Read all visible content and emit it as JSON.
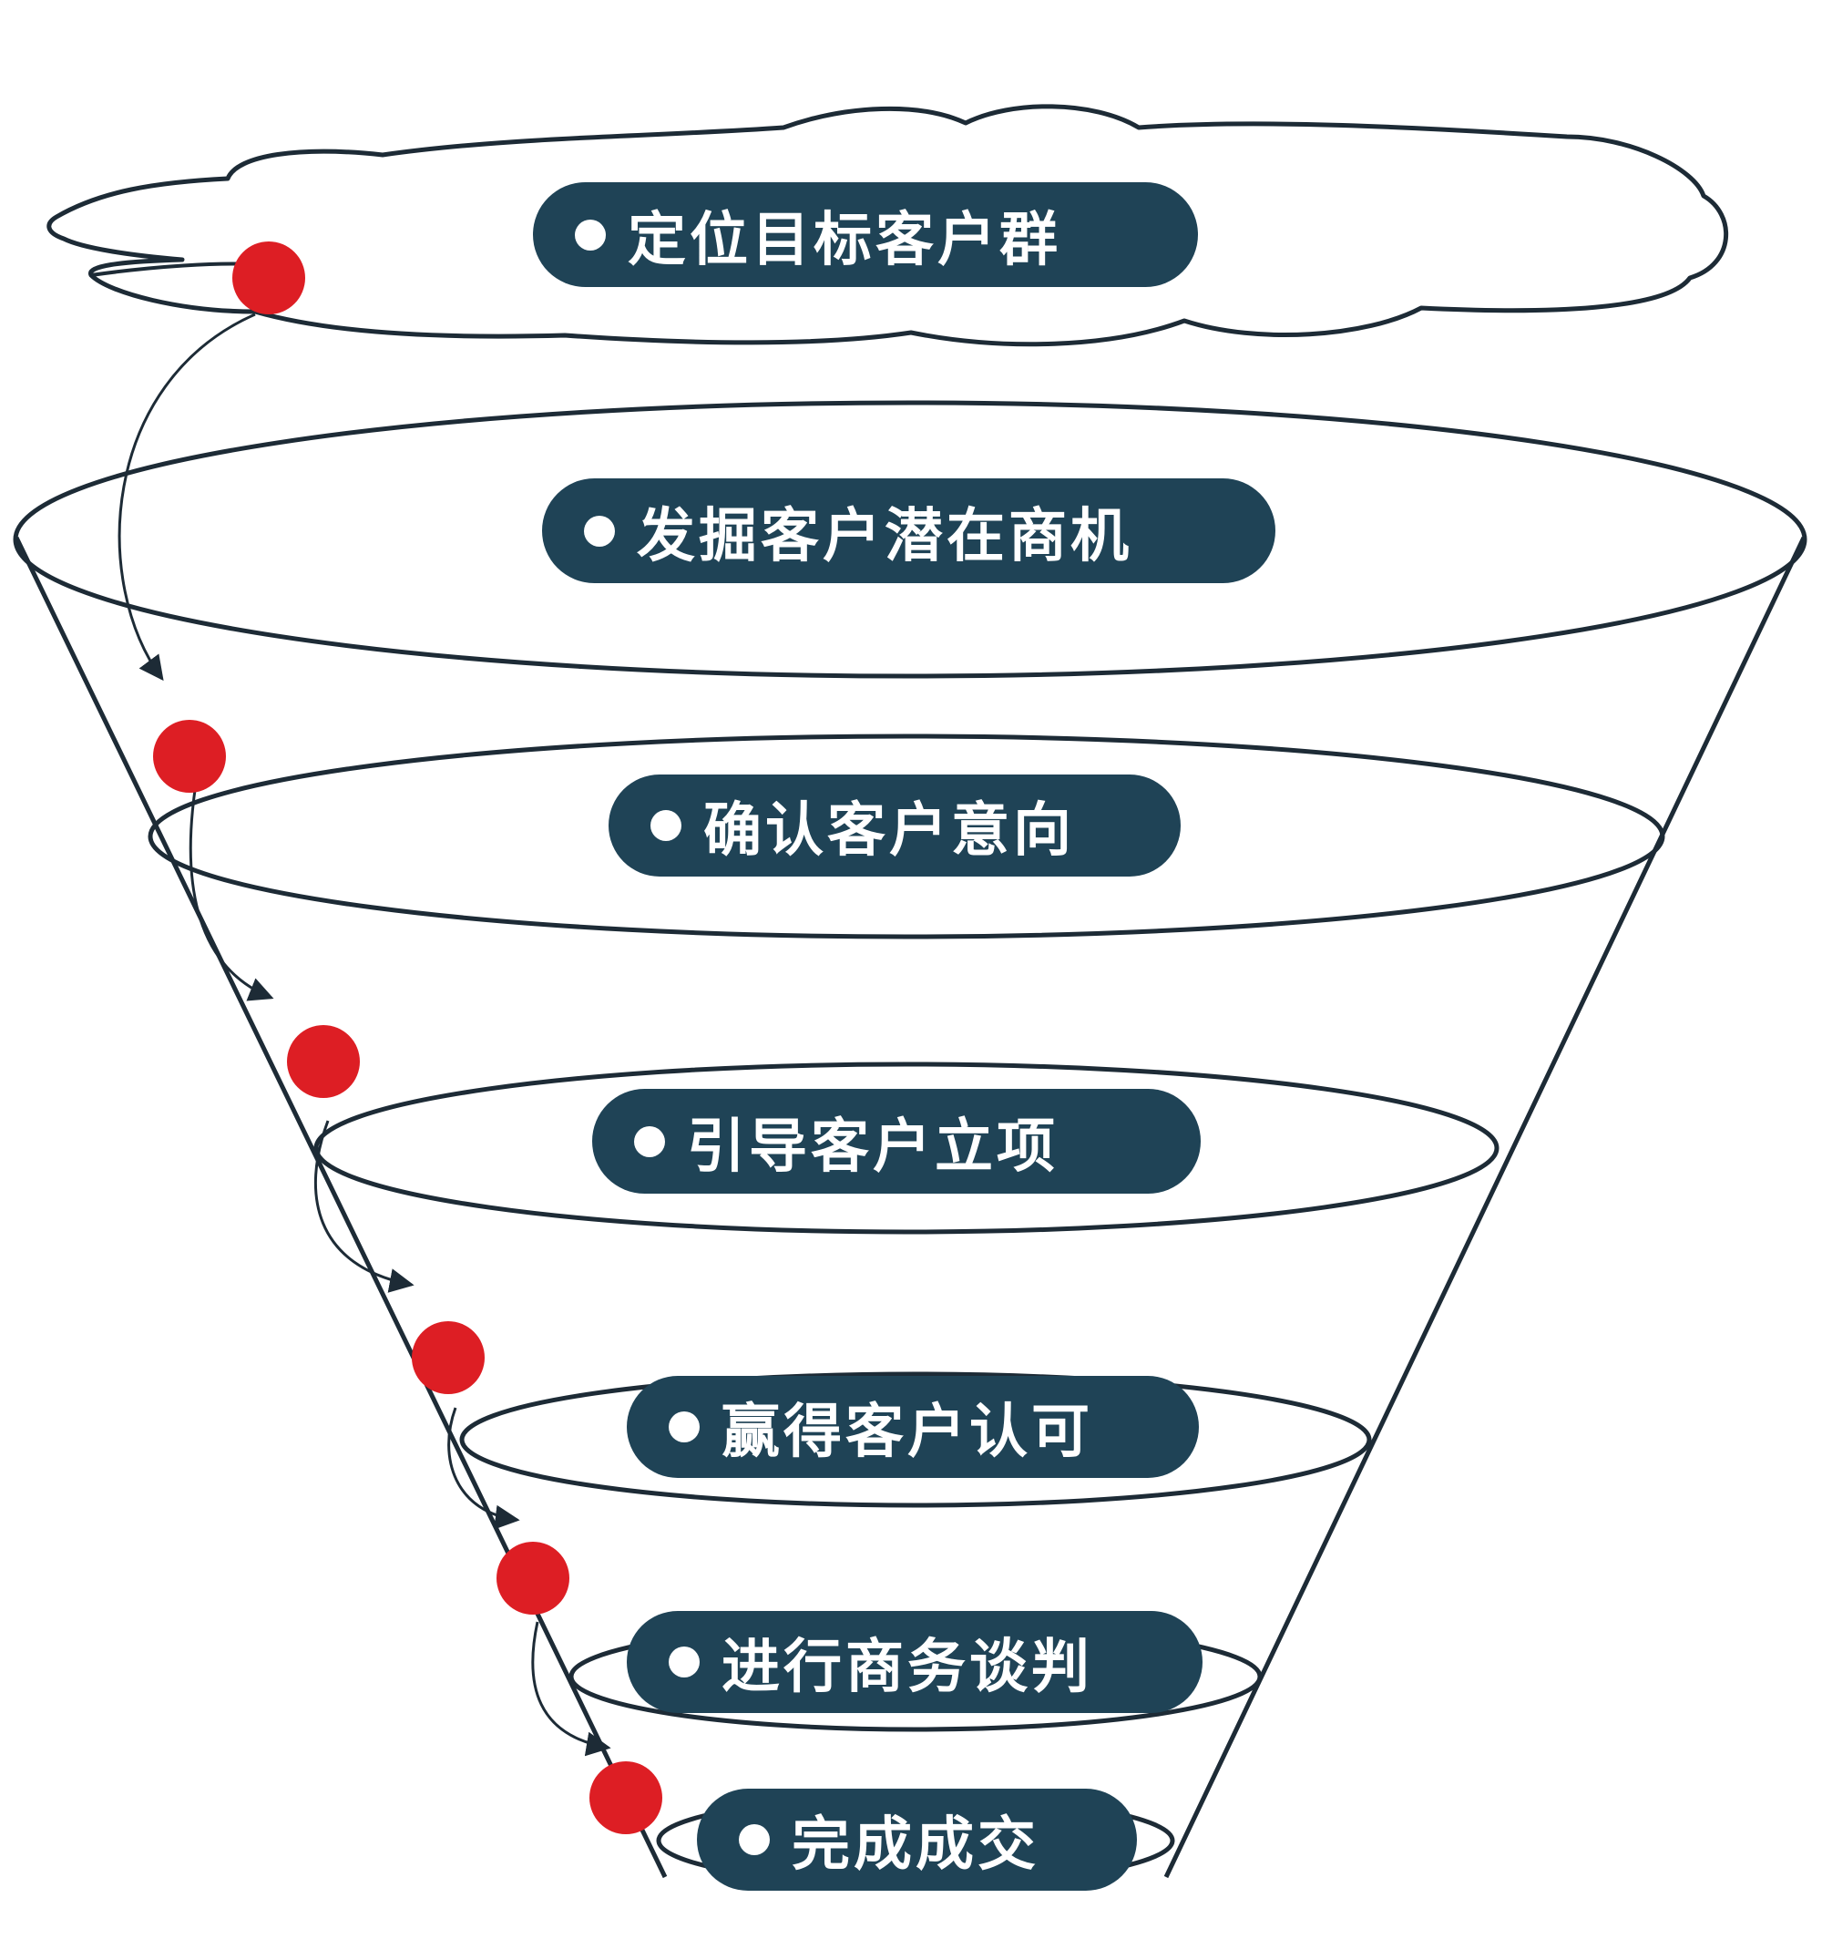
{
  "colors": {
    "outline": "#1d2b36",
    "pill_fill": "#1f4356",
    "pill_text": "#ffffff",
    "marker": "#dd1e24",
    "arrow": "#1d2b36"
  },
  "stages": [
    {
      "label": "定位目标客户群"
    },
    {
      "label": "发掘客户潜在商机"
    },
    {
      "label": "确认客户意向"
    },
    {
      "label": "引导客户立项"
    },
    {
      "label": "赢得客户认可"
    },
    {
      "label": "进行商务谈判"
    },
    {
      "label": "完成成交"
    }
  ],
  "icons": {
    "stage_bullet": "white-dot-icon",
    "progress_marker": "red-ball-icon",
    "flow_arrow": "arrow-right-down-icon"
  }
}
